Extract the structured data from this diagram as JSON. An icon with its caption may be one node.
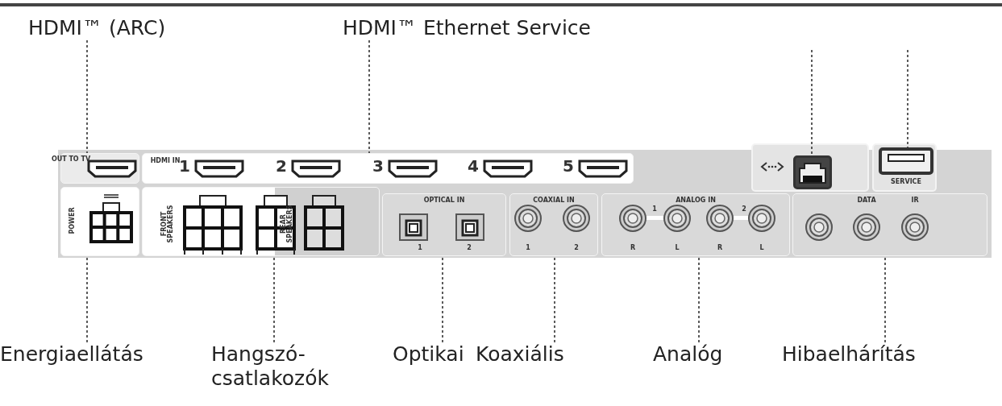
{
  "diagram": {
    "nodes": [
      {
        "text": [
          "HDMI™ (ARC)"
        ]
      },
      {
        "text": [
          "HDMI™ Ethernet Service"
        ]
      },
      {
        "text": [
          "Energiaellátás"
        ]
      },
      {
        "text": [
          "Hangszó- csatlakozók"
        ]
      },
      {
        "text": [
          "Optikai"
        ]
      },
      {
        "text": [
          "Koaxiális"
        ]
      },
      {
        "text": [
          "Analóg"
        ]
      },
      {
        "text": [
          "Hibaelhárítás"
        ]
      },
      {
        "text": [],
        "shape": "box"
      },
      {
        "text": [],
        "shape": "box"
      },
      {
        "text": [],
        "shape": "box"
      },
      {
        "text": [],
        "shape": "box"
      },
      {
        "text": [],
        "shape": "box"
      },
      {
        "text": [],
        "shape": "box"
      },
      {
        "text": [],
        "shape": "box"
      },
      {
        "text": [],
        "shape": "box"
      },
      {
        "text": [],
        "shape": "box"
      },
      {
        "text": [],
        "shape": "box"
      }
    ],
    "edges": [
      {
        "from": 0,
        "to": 8,
        "arrow": "none",
        "style": "dashed"
      },
      {
        "from": 1,
        "to": 9,
        "arrow": "none",
        "style": "dashed"
      },
      {
        "from": null,
        "to": 16,
        "arrow": "none",
        "style": "dashed"
      },
      {
        "from": null,
        "to": 17,
        "arrow": "none",
        "style": "dashed"
      },
      {
        "from": 2,
        "to": 10,
        "arrow": "none",
        "style": "dashed"
      },
      {
        "from": 3,
        "to": 11,
        "arrow": "none",
        "style": "dashed"
      },
      {
        "from": 4,
        "to": 12,
        "arrow": "none",
        "style": "dashed"
      },
      {
        "from": 5,
        "to": 13,
        "arrow": "none",
        "style": "dashed"
      },
      {
        "from": 6,
        "to": 14,
        "arrow": "none",
        "style": "dashed"
      },
      {
        "from": 7,
        "to": 15,
        "arrow": "none",
        "style": "dashed"
      }
    ],
    "labels": [
      "OUT TO TV",
      "HDMI IN",
      "1",
      "2",
      "3",
      "4",
      "5",
      "SERVICE",
      "POWER",
      "FRONT SPEAKERS",
      "REAR SPEAKERS",
      "OPTICAL IN",
      "1",
      "2",
      "COAXIAL IN",
      "1",
      "2",
      "ANALOG IN",
      "1",
      "2",
      "R",
      "L",
      "R",
      "L",
      "DATA",
      "IR"
    ]
  }
}
